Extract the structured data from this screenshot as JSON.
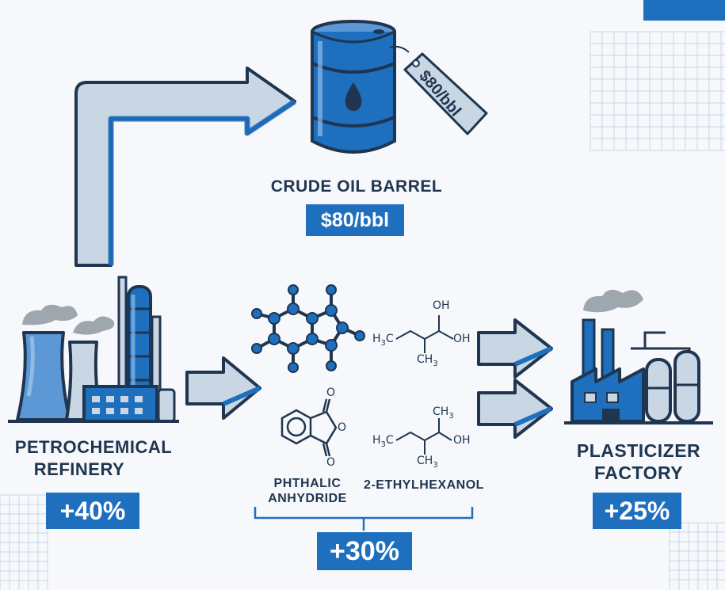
{
  "nodes": {
    "crude_oil": {
      "title": "CRUDE OIL BARREL",
      "price": "$80/bbl",
      "tag_text": "$80/bbl"
    },
    "refinery": {
      "title_line1": "PETROCHEMICAL",
      "title_line2": "REFINERY",
      "markup": "+40%"
    },
    "intermediates": {
      "phthalic": {
        "name_line1": "PHTHALIC",
        "name_line2": "ANHYDRIDE"
      },
      "ethylhexanol": {
        "name": "2-ETHYLHEXANOL"
      },
      "markup": "+30%",
      "formula_a": {
        "h3c": "H",
        "h3c_sub": "3",
        "h3c_c": "C",
        "ch3": "CH",
        "ch3_sub": "3",
        "oh1": "OH",
        "oh2": "OH"
      },
      "formula_b": {
        "h3c": "H",
        "h3c_sub": "3",
        "h3c_c": "C",
        "ch3_top": "CH",
        "ch3_top_sub": "3",
        "oh": "OH",
        "ch3": "CH",
        "ch3_sub": "3"
      },
      "atom_o": "O"
    },
    "factory": {
      "title_line1": "PLASTICIZER",
      "title_line2": "FACTORY",
      "markup": "+25%"
    }
  },
  "colors": {
    "primary": "#1f6fbf",
    "dark": "#1f3550",
    "light_blue": "#8fbbe6",
    "arrow_fill": "#c9d6e4",
    "smoke": "#9ea6ae"
  }
}
